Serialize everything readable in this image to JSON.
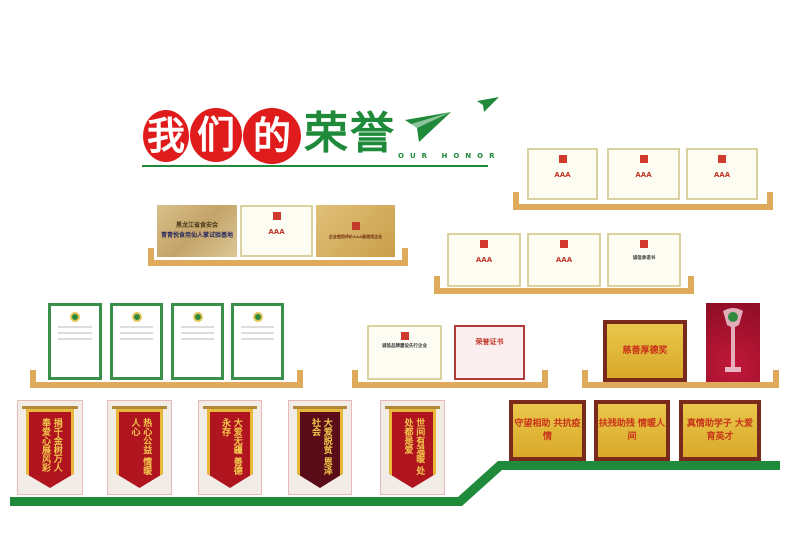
{
  "title": {
    "chars": [
      "我",
      "们",
      "的"
    ],
    "highlight": "荣誉",
    "subtitle": "OUR HONOR"
  },
  "colors": {
    "red": "#e01b1b",
    "green": "#1e8a3a",
    "shelf": "#e0aa5c"
  },
  "shelf_top_left": {
    "plaque1": {
      "line1": "黑龙江省食安会",
      "line2": "青青悦食用仙人掌试验基地"
    },
    "cert": {
      "aaa": "AAA"
    },
    "plaque2": {
      "name": "企业信用评价AAA级信用企业"
    }
  },
  "shelf_top_right": {
    "certs": [
      {
        "aaa": "AAA"
      },
      {
        "aaa": "AAA"
      },
      {
        "aaa": "AAA"
      }
    ]
  },
  "shelf_mid_right": {
    "certs": [
      {
        "aaa": "AAA"
      },
      {
        "aaa": "AAA"
      },
      {
        "name": "诚信承诺书"
      }
    ]
  },
  "shelf_middle": {
    "cert1": "诚信品牌建设先行企业",
    "cert2": "荣誉证书"
  },
  "award_plaque": "慈善厚德奖",
  "banners": [
    "捐千金树万人 奉爱心展风彩",
    "热心公益 情暖人心",
    "大爱无疆 善德永存",
    "大爱脱贫 恩泽社会",
    "世间有温暖 处处都是爱"
  ],
  "plaques": [
    "守望相助 共抗疫情",
    "扶残助残 情暖人间",
    "真情助学子 大爱育英才"
  ]
}
